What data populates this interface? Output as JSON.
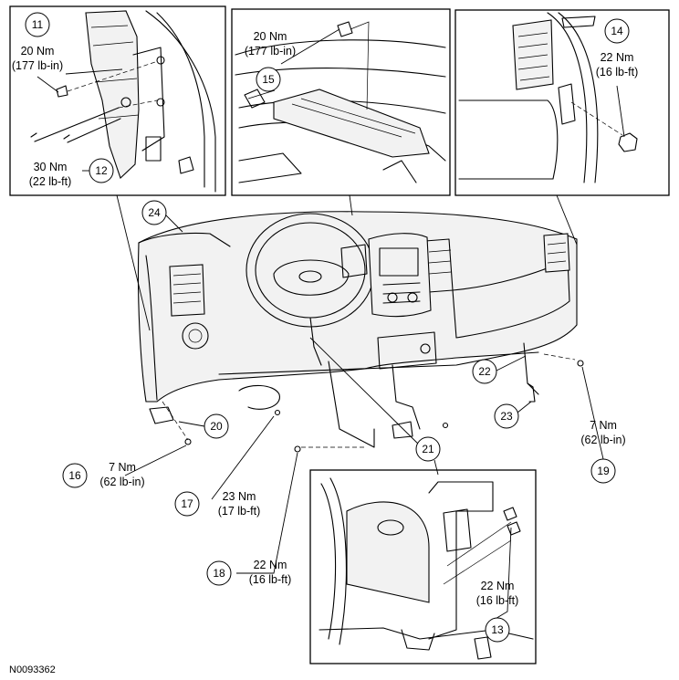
{
  "figure_id": "N0093362",
  "callouts": [
    {
      "id": "c11",
      "number": "11",
      "torque_nm": "20 Nm",
      "torque_imperial": "(177 lb-in)"
    },
    {
      "id": "c12",
      "number": "12",
      "torque_nm": "30 Nm",
      "torque_imperial": "(22 lb-ft)"
    },
    {
      "id": "c13",
      "number": "13",
      "torque_nm": "22 Nm",
      "torque_imperial": "(16 lb-ft)"
    },
    {
      "id": "c14",
      "number": "14",
      "torque_nm": "22 Nm",
      "torque_imperial": "(16 lb-ft)"
    },
    {
      "id": "c15",
      "number": "15",
      "torque_nm": "20 Nm",
      "torque_imperial": "(177 lb-in)"
    },
    {
      "id": "c16",
      "number": "16",
      "torque_nm": "7 Nm",
      "torque_imperial": "(62 lb-in)"
    },
    {
      "id": "c17",
      "number": "17",
      "torque_nm": "23 Nm",
      "torque_imperial": "(17 lb-ft)"
    },
    {
      "id": "c18",
      "number": "18",
      "torque_nm": "22 Nm",
      "torque_imperial": "(16 lb-ft)"
    },
    {
      "id": "c19",
      "number": "19",
      "torque_nm": "7 Nm",
      "torque_imperial": "(62 lb-in)"
    },
    {
      "id": "c20",
      "number": "20"
    },
    {
      "id": "c21",
      "number": "21"
    },
    {
      "id": "c22",
      "number": "22"
    },
    {
      "id": "c23",
      "number": "23"
    },
    {
      "id": "c24",
      "number": "24"
    }
  ]
}
